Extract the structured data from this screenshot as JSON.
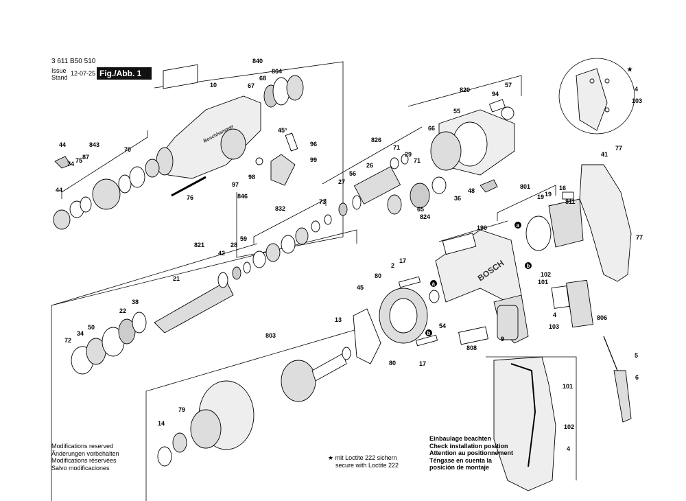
{
  "header": {
    "part_number": "3 611 B50 510",
    "issue_label": "Issue",
    "stand_label": "Stand",
    "issue_date": "12-07-25",
    "figure_label": "Fig./Abb. 1"
  },
  "notes": {
    "modifications": [
      "Modifications reserved",
      "Änderungen vorbehalten",
      "Modifications réservées",
      "Salvo modificaciones"
    ],
    "loctite": [
      "★ mit Loctite 222 sichern",
      "secure with Loctite 222"
    ],
    "installation": [
      "Einbaulage beachten",
      "Check installation position",
      "Attention au positionnement",
      "Téngase en cuenta la",
      "posición de montaje"
    ]
  },
  "housing_brand": "BOSCH",
  "hammer_brand": "Boschhammer",
  "angle_label": "45°",
  "connector_labels": [
    "a",
    "b"
  ],
  "callouts": [
    {
      "id": "840",
      "text": "840"
    },
    {
      "id": "68",
      "text": "68"
    },
    {
      "id": "864",
      "text": "864"
    },
    {
      "id": "67",
      "text": "67"
    },
    {
      "id": "10",
      "text": "10"
    },
    {
      "id": "45a",
      "text": "45°"
    },
    {
      "id": "96",
      "text": "96"
    },
    {
      "id": "99",
      "text": "99"
    },
    {
      "id": "97",
      "text": "97"
    },
    {
      "id": "98",
      "text": "98"
    },
    {
      "id": "846",
      "text": "846"
    },
    {
      "id": "76",
      "text": "76"
    },
    {
      "id": "44a",
      "text": "44"
    },
    {
      "id": "843",
      "text": "843"
    },
    {
      "id": "70",
      "text": "70"
    },
    {
      "id": "74",
      "text": "74"
    },
    {
      "id": "75",
      "text": "75"
    },
    {
      "id": "87",
      "text": "87"
    },
    {
      "id": "44b",
      "text": "44"
    },
    {
      "id": "820",
      "text": "820"
    },
    {
      "id": "94",
      "text": "94"
    },
    {
      "id": "57",
      "text": "57"
    },
    {
      "id": "55",
      "text": "55"
    },
    {
      "id": "66",
      "text": "66"
    },
    {
      "id": "826",
      "text": "826"
    },
    {
      "id": "71a",
      "text": "71"
    },
    {
      "id": "29",
      "text": "29"
    },
    {
      "id": "71b",
      "text": "71"
    },
    {
      "id": "26",
      "text": "26"
    },
    {
      "id": "27",
      "text": "27"
    },
    {
      "id": "56",
      "text": "56"
    },
    {
      "id": "48",
      "text": "48"
    },
    {
      "id": "36",
      "text": "36"
    },
    {
      "id": "65",
      "text": "65"
    },
    {
      "id": "824",
      "text": "824"
    },
    {
      "id": "73",
      "text": "73"
    },
    {
      "id": "832",
      "text": "832"
    },
    {
      "id": "821",
      "text": "821"
    },
    {
      "id": "28",
      "text": "28"
    },
    {
      "id": "59",
      "text": "59"
    },
    {
      "id": "42",
      "text": "42"
    },
    {
      "id": "21",
      "text": "21"
    },
    {
      "id": "22",
      "text": "22"
    },
    {
      "id": "38",
      "text": "38"
    },
    {
      "id": "50",
      "text": "50"
    },
    {
      "id": "34",
      "text": "34"
    },
    {
      "id": "72",
      "text": "72"
    },
    {
      "id": "190",
      "text": "190"
    },
    {
      "id": "2",
      "text": "2"
    },
    {
      "id": "17a",
      "text": "17"
    },
    {
      "id": "80a",
      "text": "80"
    },
    {
      "id": "45b",
      "text": "45"
    },
    {
      "id": "13",
      "text": "13"
    },
    {
      "id": "54",
      "text": "54"
    },
    {
      "id": "17b",
      "text": "17"
    },
    {
      "id": "80b",
      "text": "80"
    },
    {
      "id": "9",
      "text": "9"
    },
    {
      "id": "808",
      "text": "808"
    },
    {
      "id": "803",
      "text": "803"
    },
    {
      "id": "79",
      "text": "79"
    },
    {
      "id": "14",
      "text": "14"
    },
    {
      "id": "801",
      "text": "801"
    },
    {
      "id": "19a",
      "text": "19"
    },
    {
      "id": "16",
      "text": "16"
    },
    {
      "id": "19b",
      "text": "19"
    },
    {
      "id": "811",
      "text": "811"
    },
    {
      "id": "41",
      "text": "41"
    },
    {
      "id": "77a",
      "text": "77"
    },
    {
      "id": "77b",
      "text": "77"
    },
    {
      "id": "102a",
      "text": "102"
    },
    {
      "id": "101a",
      "text": "101"
    },
    {
      "id": "4a",
      "text": "4"
    },
    {
      "id": "103a",
      "text": "103"
    },
    {
      "id": "806",
      "text": "806"
    },
    {
      "id": "5",
      "text": "5"
    },
    {
      "id": "6",
      "text": "6"
    },
    {
      "id": "101b",
      "text": "101"
    },
    {
      "id": "102b",
      "text": "102"
    },
    {
      "id": "4b",
      "text": "4"
    },
    {
      "id": "star",
      "text": "★"
    },
    {
      "id": "4c",
      "text": "4"
    },
    {
      "id": "103b",
      "text": "103"
    }
  ]
}
